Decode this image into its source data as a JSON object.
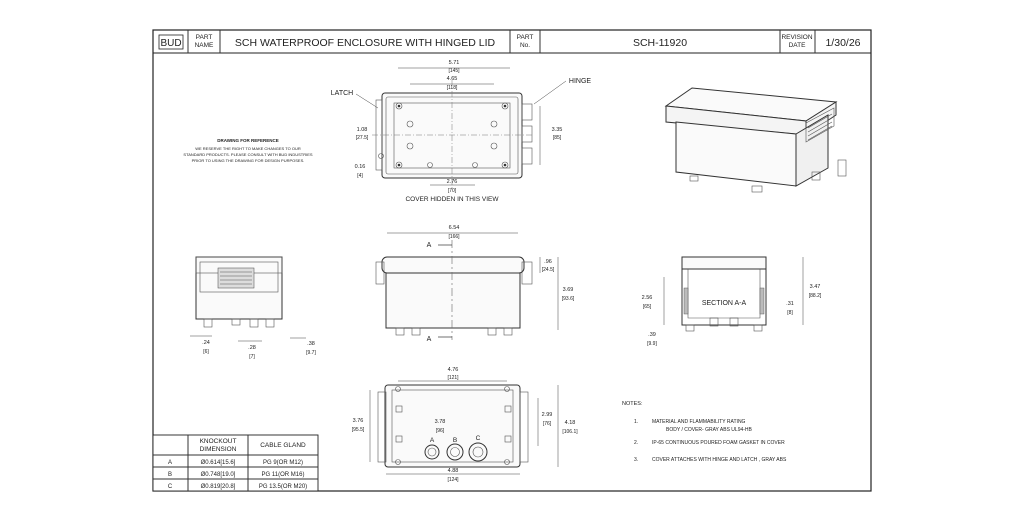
{
  "title_block": {
    "logo_text": "BUD",
    "part_name_label": [
      "PART",
      "NAME"
    ],
    "part_name": "SCH WATERPROOF ENCLOSURE WITH HINGED LID",
    "part_no_label": [
      "PART",
      "No."
    ],
    "part_no": "SCH-11920",
    "revision_label": [
      "REVISION",
      "DATE"
    ],
    "revision_date": "1/30/26"
  },
  "reference_note": {
    "heading": "DRAWING FOR REFERENCE",
    "lines": [
      "WE RESERVE THE RIGHT TO MAKE CHANGES TO OUR",
      "STANDARD PRODUCTS. PLEASE CONSULT WITH BUD INDUSTRIES",
      "PRIOR TO USING THE DRAWING FOR DESIGN PURPOSES."
    ]
  },
  "top_view": {
    "latch_label": "LATCH",
    "hinge_label": "HINGE",
    "dim_overall_w": "5.71",
    "dim_overall_w_mm": "[145]",
    "dim_inner_w": "4.65",
    "dim_inner_w_mm": "[118]",
    "dim_right_h": "3.35",
    "dim_right_h_mm": "[85]",
    "dim_left_a": "1.08",
    "dim_left_a_mm": "[27.5]",
    "dim_left_b": "0.16",
    "dim_left_b_mm": "[4]",
    "dim_bottom": "2.76",
    "dim_bottom_mm": "[70]",
    "caption": "COVER HIDDEN IN THIS VIEW"
  },
  "front_view": {
    "dim_w": "6.54",
    "dim_w_mm": "[166]",
    "dim_lid": ".96",
    "dim_lid_mm": "[24.5]",
    "dim_h": "3.69",
    "dim_h_mm": "[93.6]",
    "section_marker": "A"
  },
  "side_view": {
    "dim_a": ".24",
    "dim_a_mm": "[6]",
    "dim_b": ".28",
    "dim_b_mm": "[7]",
    "dim_c": ".38",
    "dim_c_mm": "[9.7]"
  },
  "section_view": {
    "label": "SECTION A-A",
    "dim_left": "2.56",
    "dim_left_mm": "[65]",
    "dim_small": ".31",
    "dim_small_mm": "[8]",
    "dim_right": "3.47",
    "dim_right_mm": "[88.2]",
    "dim_bottom": ".39",
    "dim_bottom_mm": "[9.9]"
  },
  "bottom_view": {
    "dim_top": "4.76",
    "dim_top_mm": "[121]",
    "dim_left": "3.76",
    "dim_left_mm": "[95.5]",
    "dim_center": "3.78",
    "dim_center_mm": "[96]",
    "dim_right_a": "2.99",
    "dim_right_a_mm": "[76]",
    "dim_right_b": "4.18",
    "dim_right_b_mm": "[106.1]",
    "dim_bottom": "4.88",
    "dim_bottom_mm": "[124]",
    "knockouts": [
      "A",
      "B",
      "C"
    ]
  },
  "notes": {
    "heading": "NOTES:",
    "items": [
      {
        "num": "1.",
        "text": "MATERIAL AND FLAMMABILITY RATING",
        "sub": "BODY / COVER- GRAY ABS UL94-HB"
      },
      {
        "num": "2.",
        "text": "IP-65  CONTINUOUS POURED FOAM GASKET IN COVER",
        "sub": ""
      },
      {
        "num": "3.",
        "text": "COVER ATTACHES WITH HINGE AND LATCH , GRAY ABS",
        "sub": ""
      }
    ]
  },
  "knockout_table": {
    "headers": [
      "",
      "KNOCKOUT DIMENSION",
      "CABLE GLAND"
    ],
    "header_line1": "KNOCKOUT",
    "header_line2": "DIMENSION",
    "rows": [
      {
        "id": "A",
        "dim": "Ø0.614[15.6]",
        "gland": "PG 9(OR M12)"
      },
      {
        "id": "B",
        "dim": "Ø0.748[19.0]",
        "gland": "PG 11(OR M16)"
      },
      {
        "id": "C",
        "dim": "Ø0.819[20.8]",
        "gland": "PG 13.5(OR M20)"
      }
    ]
  }
}
